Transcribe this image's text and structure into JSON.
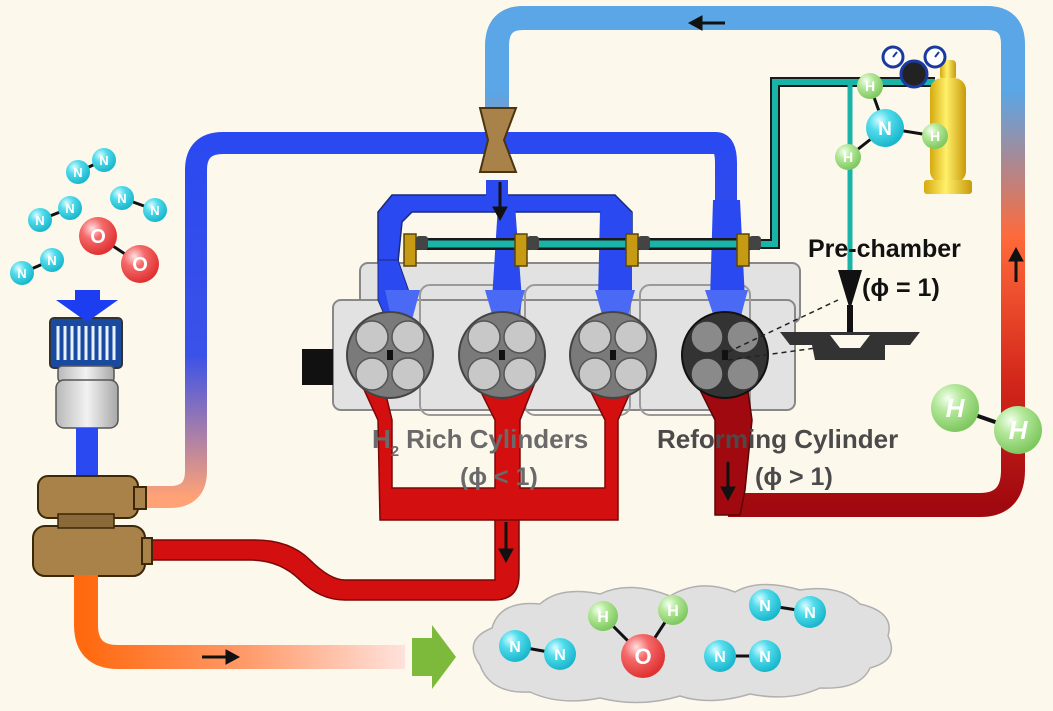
{
  "labels": {
    "precombustion_chamber": "Pre-chamber",
    "precombustion_phi": "(ϕ = 1)",
    "rich_title_main": "Rich Cylinders",
    "rich_title_prefix": "H",
    "rich_title_sub": "2",
    "rich_phi": "(ϕ < 1)",
    "reforming_title": "Reforming Cylinder",
    "reforming_phi": "(ϕ > 1)"
  },
  "molecules": {
    "nitrogen": "N",
    "oxygen": "O",
    "hydrogen": "H"
  },
  "colors": {
    "background": "#fdf8ec",
    "intake_blue": "#2a49f0",
    "cool_return_blue": "#5aa6e6",
    "exhaust_red": "#d40f0f",
    "reform_red": "#a0090f",
    "exhaust_orange": "#ff7a1a",
    "ammonia_line": "#19b3a8",
    "injector_gold": "#c79a14",
    "turbo_brown": "#a9824a",
    "arrow_green": "#7dba3c",
    "n_atom": "#3fd4e6",
    "o_atom": "#f25c5c",
    "h_atom": "#a6e08c"
  },
  "icons": [
    "air-filter-icon",
    "turbocharger-icon",
    "ammonia-tank-icon",
    "throttle-valve-icon",
    "spark-plug-icon",
    "exhaust-cloud-icon"
  ]
}
